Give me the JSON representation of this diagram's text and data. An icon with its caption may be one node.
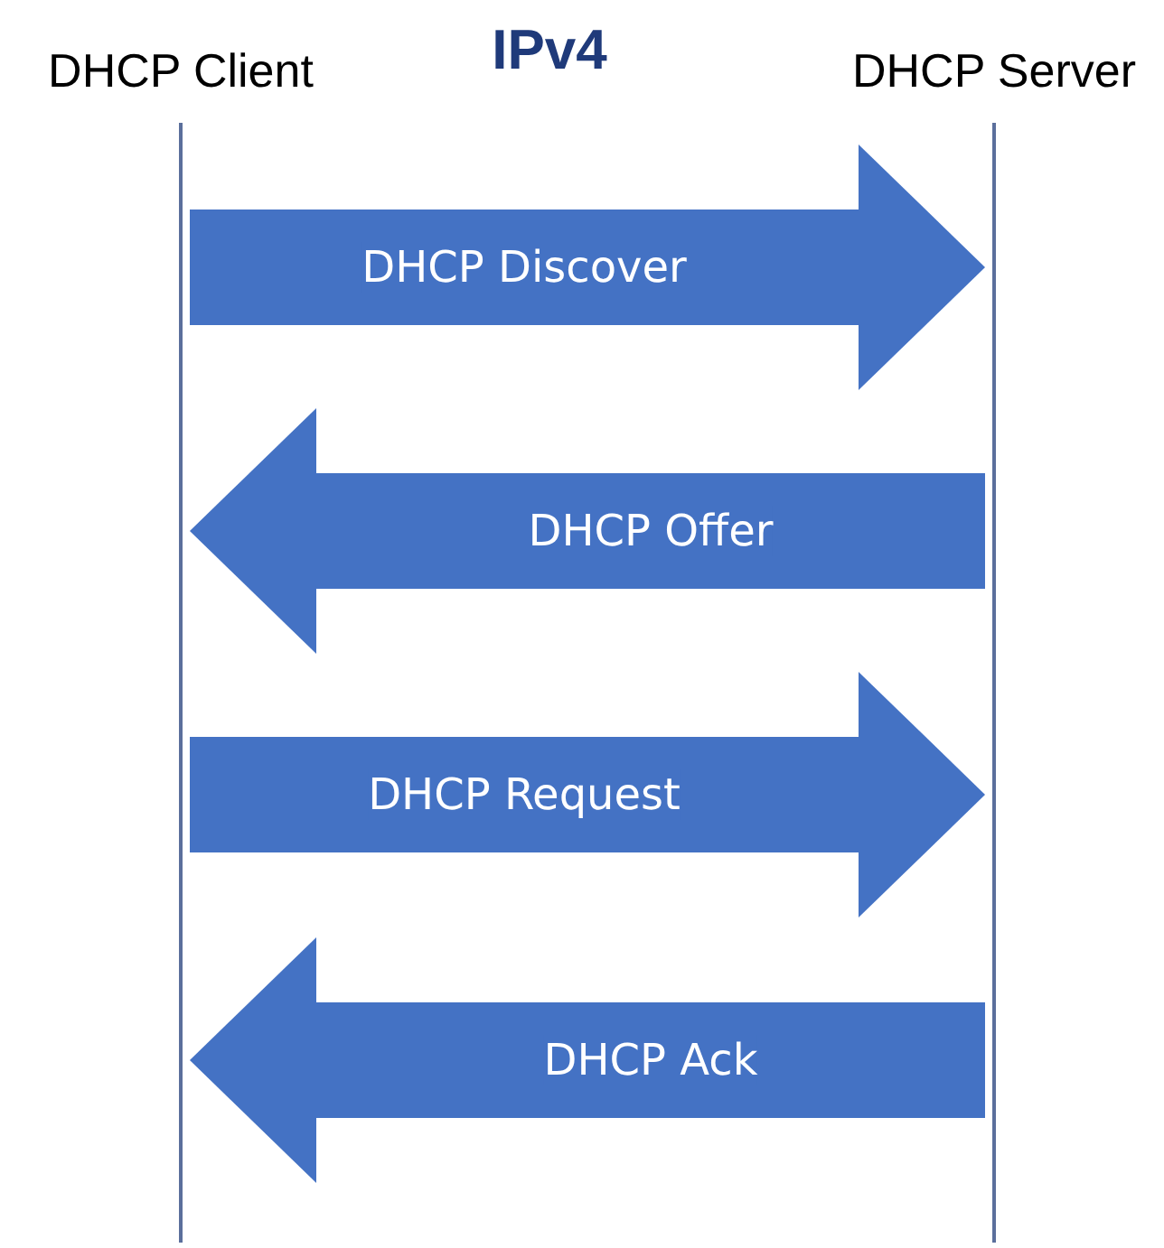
{
  "diagram": {
    "title": "IPv4",
    "nodes": [
      {
        "text": [
          "DHCP Client"
        ]
      },
      {
        "text": [
          "DHCP Server"
        ]
      }
    ],
    "edges": [
      {
        "from": 0,
        "to": 1,
        "arrow": "to",
        "label": "DHCP Discover"
      },
      {
        "from": 1,
        "to": 0,
        "arrow": "to",
        "label": "DHCP Offer"
      },
      {
        "from": 0,
        "to": 1,
        "arrow": "to",
        "label": "DHCP Request"
      },
      {
        "from": 1,
        "to": 0,
        "arrow": "to",
        "label": "DHCP Ack"
      }
    ]
  }
}
